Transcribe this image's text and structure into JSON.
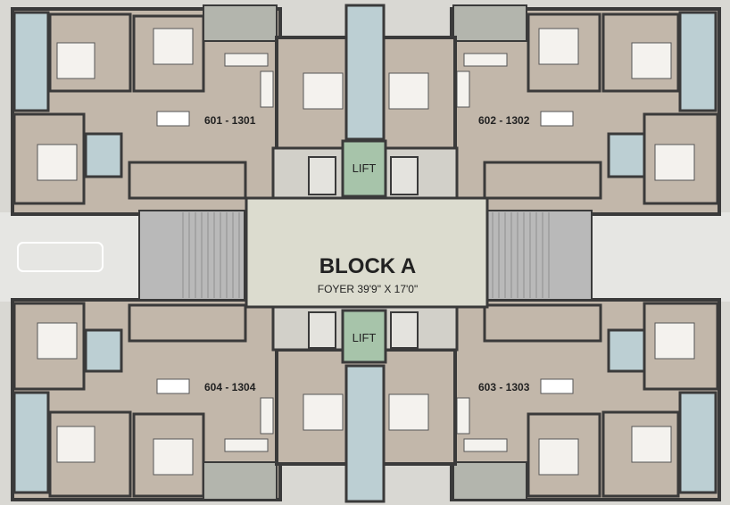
{
  "block": {
    "title": "BLOCK A",
    "foyer": "FOYER 39'9\" X 17'0\""
  },
  "lifts": [
    {
      "label": "LIFT"
    },
    {
      "label": "LIFT"
    }
  ],
  "units": [
    {
      "label": "601 - 1301"
    },
    {
      "label": "602 - 1302"
    },
    {
      "label": "604 - 1304"
    },
    {
      "label": "603 - 1303"
    }
  ],
  "colors": {
    "room_floor": "#c2b7aa",
    "wall": "#3a3a3a",
    "wet_area": "#bccfd3",
    "lift_shaft": "#a7c4aa",
    "foyer": "#dcdccf",
    "stair": "#b9b9b9",
    "balcony": "#b3b5ad",
    "outside": "#e2e2df"
  }
}
